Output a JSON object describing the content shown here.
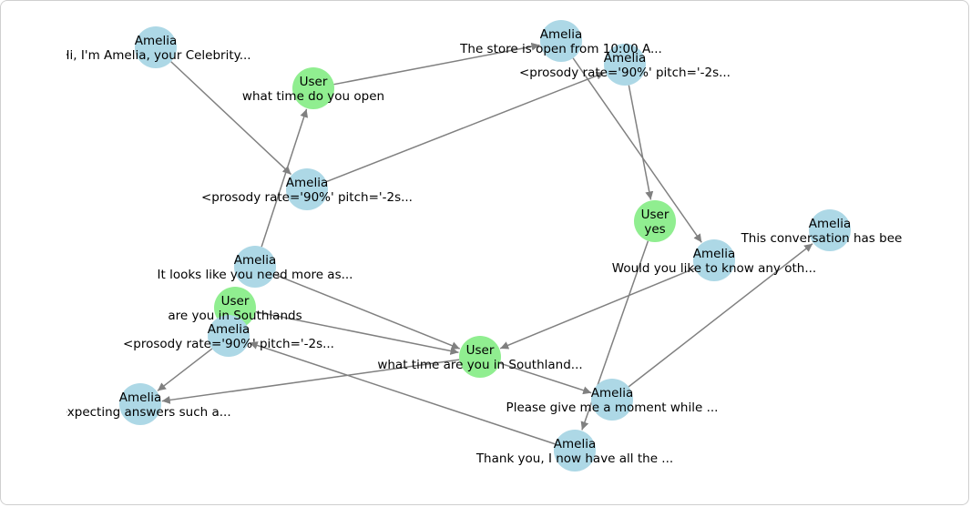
{
  "colors": {
    "amelia": "#add8e6",
    "user": "#90ee90",
    "edge": "#808080"
  },
  "nodes": [
    {
      "id": "n1",
      "speaker": "Amelia",
      "text": "Hi, I'm Amelia, your Celebrity..."
    },
    {
      "id": "n2",
      "speaker": "User",
      "text": "what time do you open"
    },
    {
      "id": "n3",
      "speaker": "Amelia",
      "text": "The store is open from 10:00 A..."
    },
    {
      "id": "n4",
      "speaker": "Amelia",
      "text": "<prosody rate='90%' pitch='-2s..."
    },
    {
      "id": "n5",
      "speaker": "Amelia",
      "text": "<prosody rate='90%' pitch='-2s..."
    },
    {
      "id": "n6",
      "speaker": "User",
      "text": "yes"
    },
    {
      "id": "n7",
      "speaker": "Amelia",
      "text": "This conversation has been ("
    },
    {
      "id": "n8",
      "speaker": "Amelia",
      "text": "Would you like to know any oth..."
    },
    {
      "id": "n9",
      "speaker": "Amelia",
      "text": "It looks like you need more as..."
    },
    {
      "id": "n10",
      "speaker": "User",
      "text": "are you in Southlands"
    },
    {
      "id": "n11",
      "speaker": "Amelia",
      "text": "<prosody rate='90%' pitch='-2s..."
    },
    {
      "id": "n12",
      "speaker": "User",
      "text": "what time are you in Southland..."
    },
    {
      "id": "n13",
      "speaker": "Amelia",
      "text": "s expecting answers such a..."
    },
    {
      "id": "n14",
      "speaker": "Amelia",
      "text": "Please give me a moment while ..."
    },
    {
      "id": "n15",
      "speaker": "Amelia",
      "text": "Thank you, I now have all the ..."
    }
  ],
  "edges": [
    [
      "n1",
      "n5"
    ],
    [
      "n2",
      "n3"
    ],
    [
      "n5",
      "n4"
    ],
    [
      "n9",
      "n2"
    ],
    [
      "n3",
      "n8"
    ],
    [
      "n4",
      "n6"
    ],
    [
      "n8",
      "n12"
    ],
    [
      "n6",
      "n15"
    ],
    [
      "n10",
      "n12"
    ],
    [
      "n12",
      "n13"
    ],
    [
      "n12",
      "n14"
    ],
    [
      "n14",
      "n7"
    ],
    [
      "n15",
      "n11"
    ],
    [
      "n11",
      "n13"
    ],
    [
      "n9",
      "n12"
    ]
  ]
}
